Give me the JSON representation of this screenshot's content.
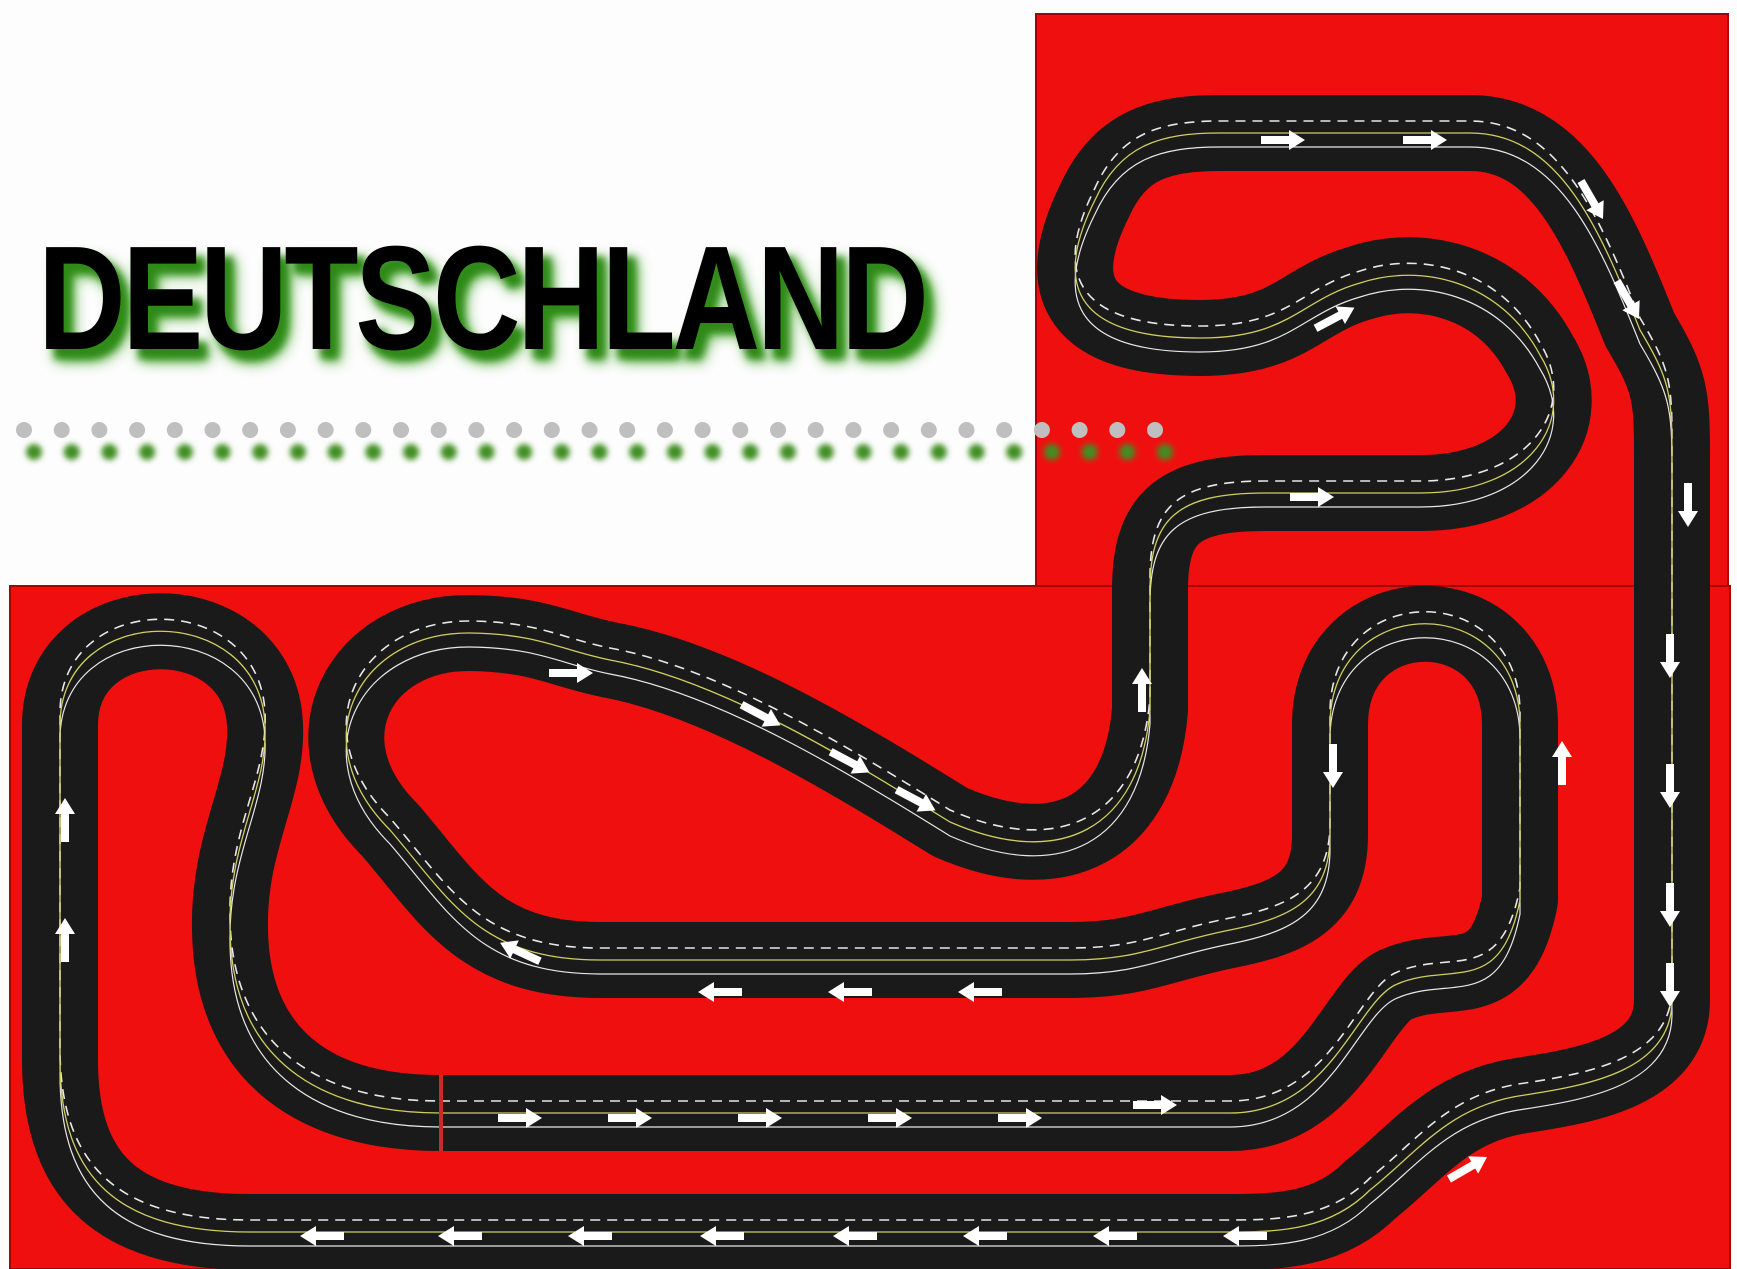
{
  "title": {
    "text": "DEUTSCHLAND"
  },
  "colors": {
    "board": "#f00f0f",
    "board_edge": "#a10606",
    "asphalt": "#1a1a1a",
    "lane_line": "#e8e8e8",
    "center_line": "#cfcf60",
    "arrow": "#ffffff",
    "dot": "#bfbfbf",
    "dot_shadow": "#3f8e23",
    "title_shadow": "#2f8a18",
    "start_line": "#c72a2a"
  },
  "icons": {
    "direction_arrow": "arrow-icon",
    "start_finish": "start-line-icon"
  },
  "board": {
    "sections": [
      "upper-right-board",
      "lower-board"
    ]
  }
}
